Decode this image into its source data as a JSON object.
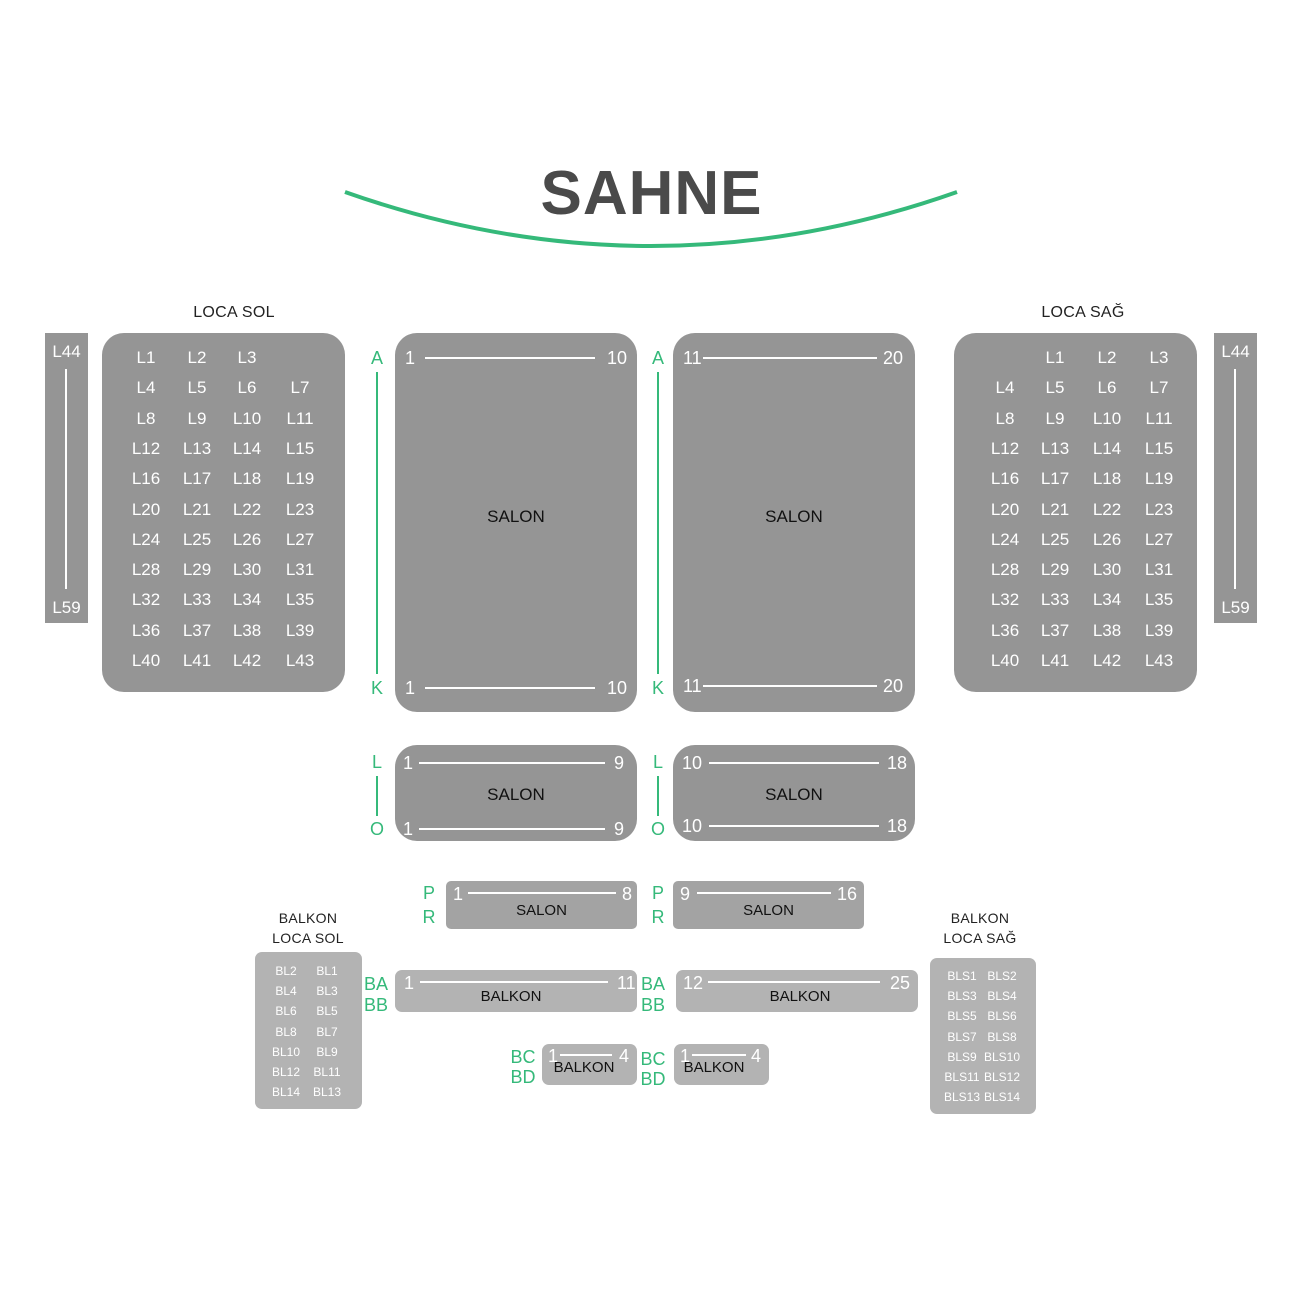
{
  "stage": {
    "title": "SAHNE"
  },
  "colors": {
    "accent": "#35b97a",
    "block_dark": "#959595",
    "block_light": "#b3b3b3",
    "text": "#4a4a4a"
  },
  "loca_sol": {
    "title": "LOCA SOL",
    "side_strip": {
      "top": "L44",
      "bottom": "L59"
    },
    "rows": [
      [
        "L1",
        "L2",
        "L3",
        ""
      ],
      [
        "L4",
        "L5",
        "L6",
        "L7"
      ],
      [
        "L8",
        "L9",
        "L10",
        "L11"
      ],
      [
        "L12",
        "L13",
        "L14",
        "L15"
      ],
      [
        "L16",
        "L17",
        "L18",
        "L19"
      ],
      [
        "L20",
        "L21",
        "L22",
        "L23"
      ],
      [
        "L24",
        "L25",
        "L26",
        "L27"
      ],
      [
        "L28",
        "L29",
        "L30",
        "L31"
      ],
      [
        "L32",
        "L33",
        "L34",
        "L35"
      ],
      [
        "L36",
        "L37",
        "L38",
        "L39"
      ],
      [
        "L40",
        "L41",
        "L42",
        "L43"
      ]
    ]
  },
  "loca_sag": {
    "title": "LOCA SAĞ",
    "side_strip": {
      "top": "L44",
      "bottom": "L59"
    },
    "rows": [
      [
        "",
        "L1",
        "L2",
        "L3"
      ],
      [
        "L4",
        "L5",
        "L6",
        "L7"
      ],
      [
        "L8",
        "L9",
        "L10",
        "L11"
      ],
      [
        "L12",
        "L13",
        "L14",
        "L15"
      ],
      [
        "L16",
        "L17",
        "L18",
        "L19"
      ],
      [
        "L20",
        "L21",
        "L22",
        "L23"
      ],
      [
        "L24",
        "L25",
        "L26",
        "L27"
      ],
      [
        "L28",
        "L29",
        "L30",
        "L31"
      ],
      [
        "L32",
        "L33",
        "L34",
        "L35"
      ],
      [
        "L36",
        "L37",
        "L38",
        "L39"
      ],
      [
        "L40",
        "L41",
        "L42",
        "L43"
      ]
    ]
  },
  "salon_main_left": {
    "label": "SALON",
    "row_top": "A",
    "row_bottom": "K",
    "top_start": "1",
    "top_end": "10",
    "bottom_start": "1",
    "bottom_end": "10"
  },
  "salon_main_right": {
    "label": "SALON",
    "row_top": "A",
    "row_bottom": "K",
    "top_start": "11",
    "top_end": "20",
    "bottom_start": "11",
    "bottom_end": "20"
  },
  "salon_mid_left": {
    "label": "SALON",
    "row_top": "L",
    "row_bottom": "O",
    "top_start": "1",
    "top_end": "9",
    "bottom_start": "1",
    "bottom_end": "9"
  },
  "salon_mid_right": {
    "label": "SALON",
    "row_top": "L",
    "row_bottom": "O",
    "top_start": "10",
    "top_end": "18",
    "bottom_start": "10",
    "bottom_end": "18"
  },
  "salon_pr_left": {
    "label": "SALON",
    "row_top": "P",
    "row_bottom": "R",
    "start": "1",
    "end": "8"
  },
  "salon_pr_right": {
    "label": "SALON",
    "row_top": "P",
    "row_bottom": "R",
    "start": "9",
    "end": "16"
  },
  "balkon_ab_left": {
    "label": "BALKON",
    "row_top": "BA",
    "row_bottom": "BB",
    "start": "1",
    "end": "11"
  },
  "balkon_ab_right": {
    "label": "BALKON",
    "row_top": "BA",
    "row_bottom": "BB",
    "start": "12",
    "end": "25"
  },
  "balkon_cd_left": {
    "label": "BALKON",
    "row_top": "BC",
    "row_bottom": "BD",
    "start": "1",
    "end": "4"
  },
  "balkon_cd_right": {
    "label": "BALKON",
    "row_top": "BC",
    "row_bottom": "BD",
    "start": "1",
    "end": "4"
  },
  "balkon_loca_sol": {
    "title_line1": "BALKON",
    "title_line2": "LOCA SOL",
    "rows": [
      [
        "BL2",
        "BL1"
      ],
      [
        "BL4",
        "BL3"
      ],
      [
        "BL6",
        "BL5"
      ],
      [
        "BL8",
        "BL7"
      ],
      [
        "BL10",
        "BL9"
      ],
      [
        "BL12",
        "BL11"
      ],
      [
        "BL14",
        "BL13"
      ]
    ]
  },
  "balkon_loca_sag": {
    "title_line1": "BALKON",
    "title_line2": "LOCA SAĞ",
    "rows": [
      [
        "BLS1",
        "BLS2"
      ],
      [
        "BLS3",
        "BLS4"
      ],
      [
        "BLS5",
        "BLS6"
      ],
      [
        "BLS7",
        "BLS8"
      ],
      [
        "BLS9",
        "BLS10"
      ],
      [
        "BLS11",
        "BLS12"
      ],
      [
        "BLS13",
        "BLS14"
      ]
    ]
  }
}
